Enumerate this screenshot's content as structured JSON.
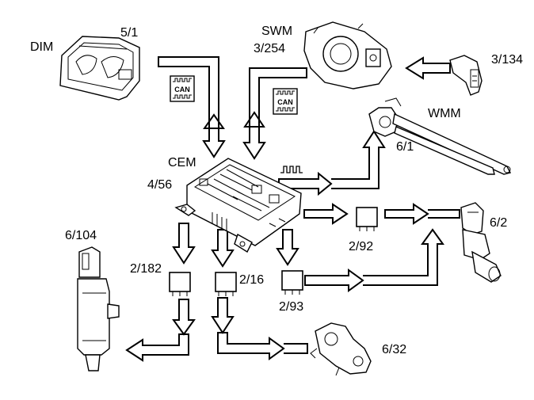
{
  "labels": {
    "dim": "DIM",
    "dim_id": "5/1",
    "swm": "SWM",
    "swm_id": "3/254",
    "stalk_id": "3/134",
    "wmm": "WMM",
    "wmm_id": "6/1",
    "cem": "CEM",
    "cem_id": "4/56",
    "pump_id": "6/104",
    "relay_182": "2/182",
    "relay_16": "2/16",
    "relay_92": "2/92",
    "relay_93": "2/93",
    "washer_id": "6/2",
    "rear_wiper_id": "6/32"
  },
  "can_badge": {
    "text": "CAN"
  },
  "colors": {
    "line": "#000000",
    "fill": "#ffffff"
  }
}
